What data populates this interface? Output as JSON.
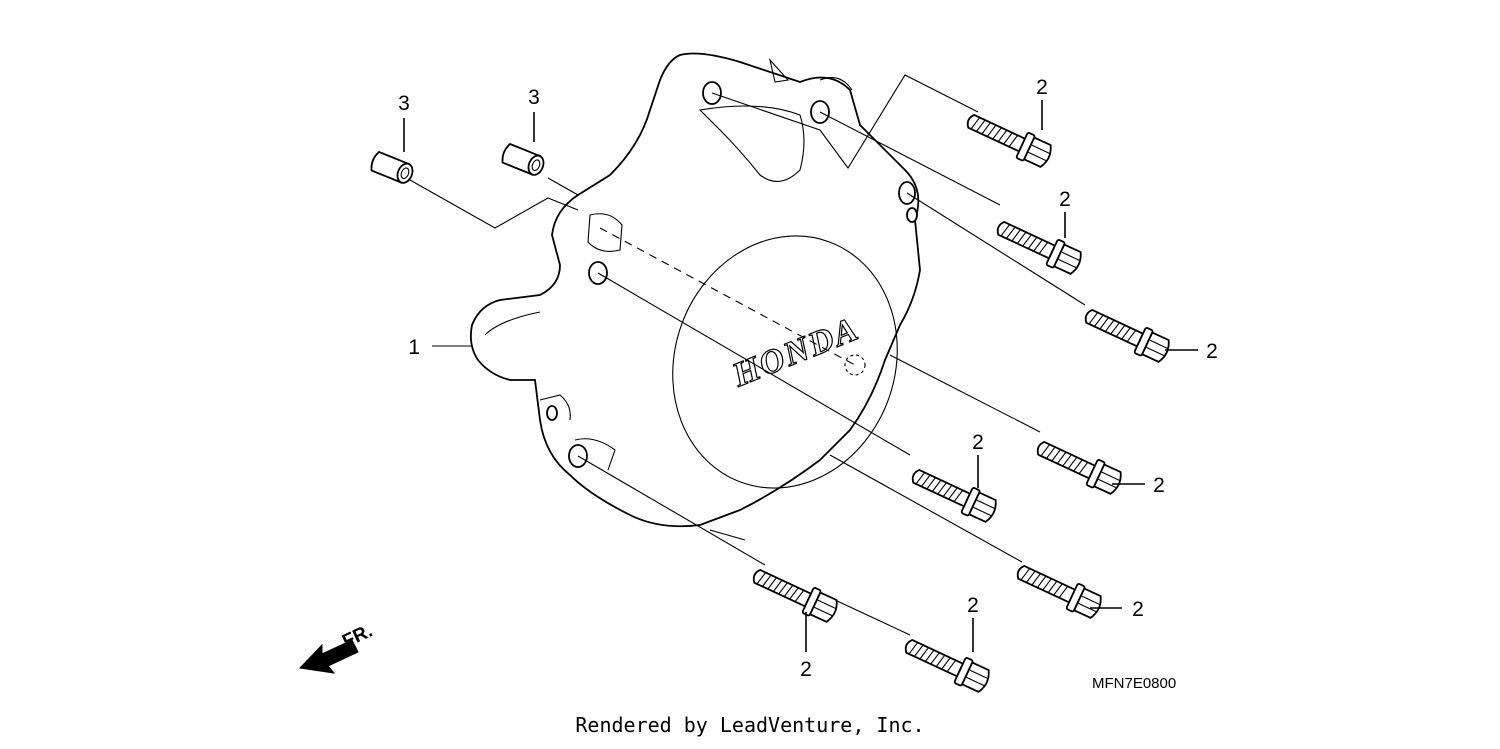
{
  "callouts": {
    "cover": "1",
    "bolt": "2",
    "dowel": "3"
  },
  "logo_text": "HONDA",
  "direction_label": "FR.",
  "diagram_code": "MFN7E0800",
  "footer": "Rendered by LeadVenture, Inc."
}
